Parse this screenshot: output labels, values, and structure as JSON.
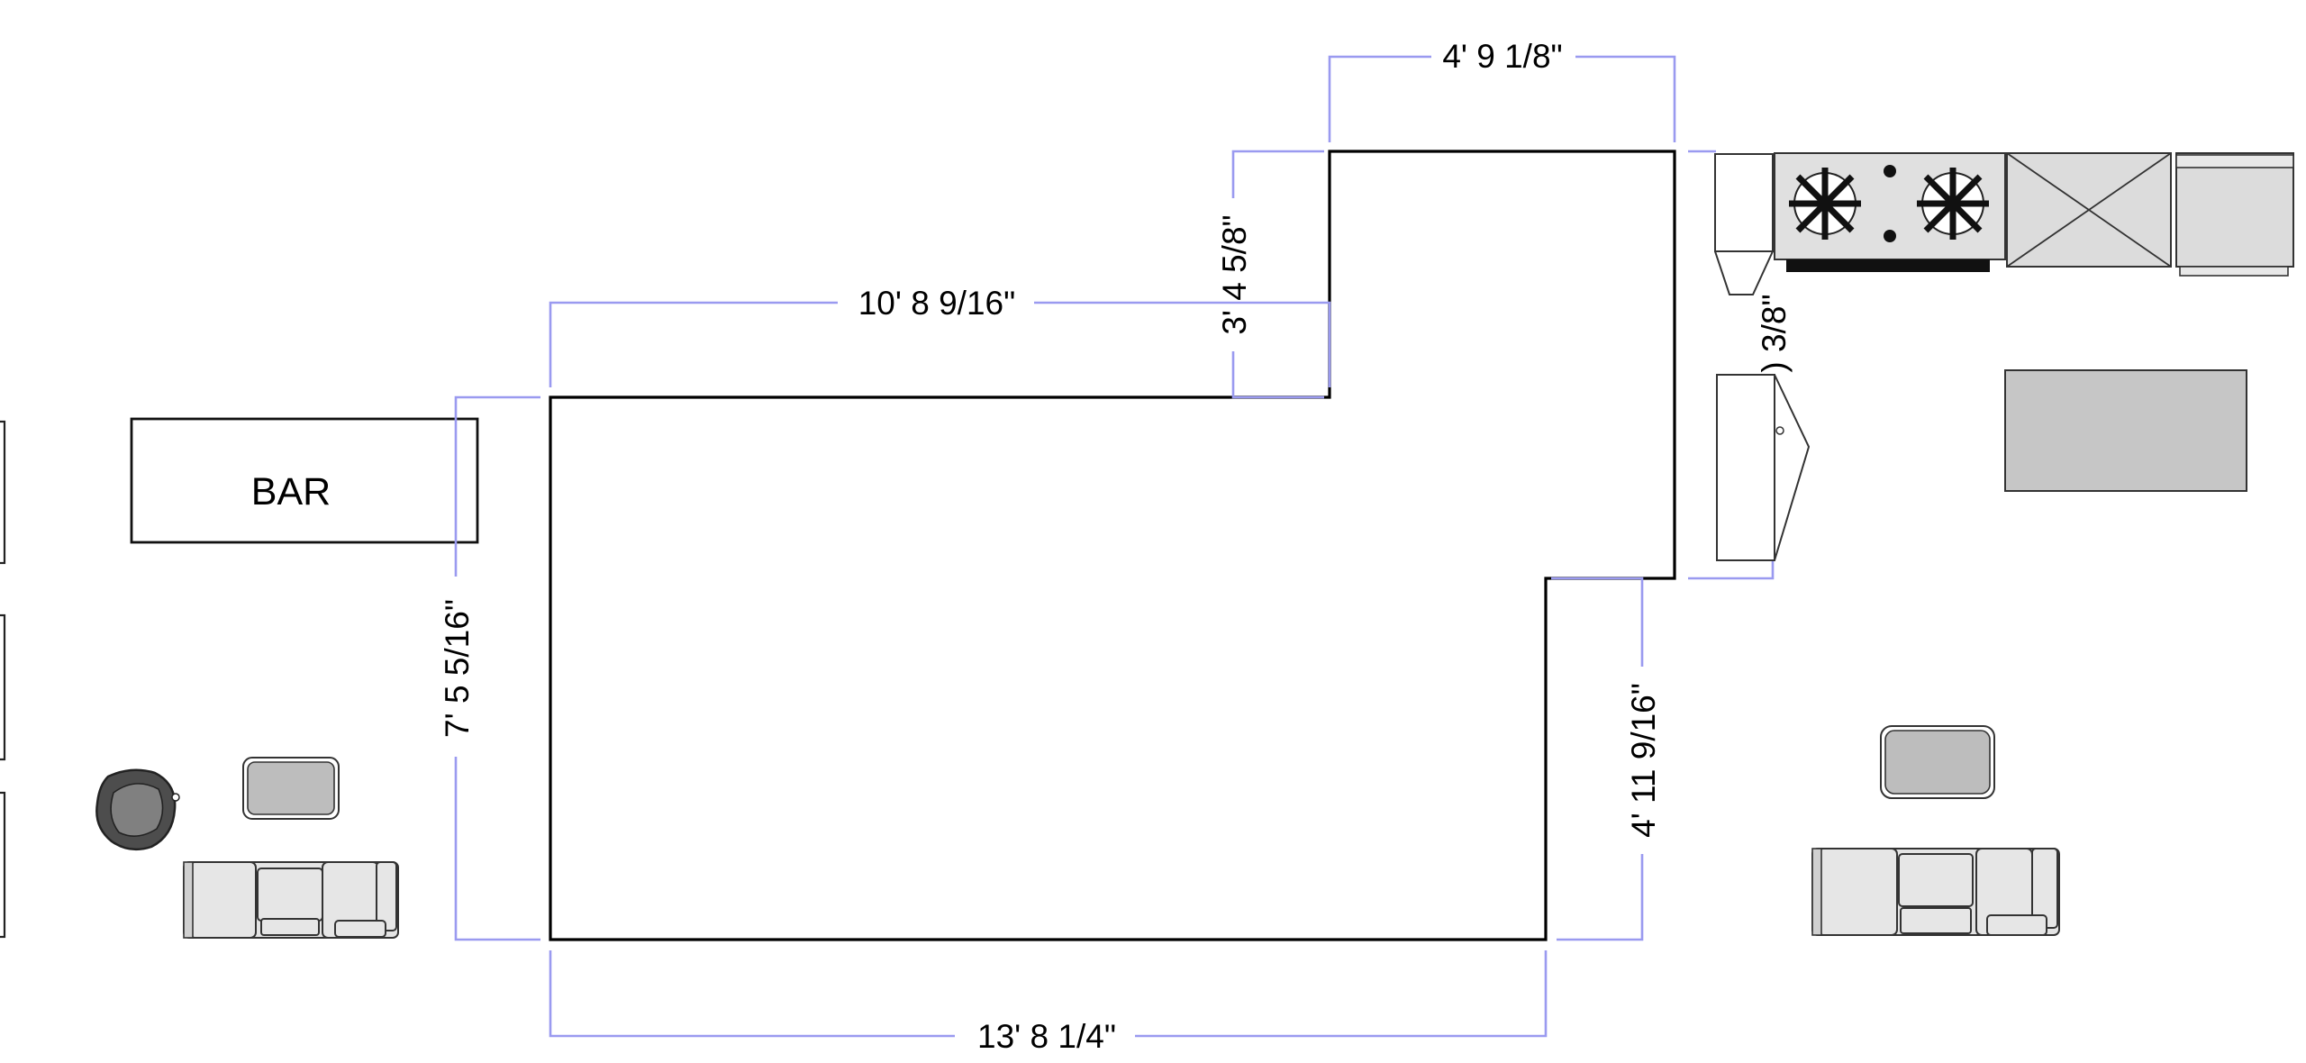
{
  "bar": {
    "label": "BAR"
  },
  "dimensions": {
    "top_right_width": "4' 9 1/8\"",
    "top_left_width": "10' 8 9/16\"",
    "step_height": "3' 4 5/8\"",
    "left_height": "7' 5 5/16\"",
    "right_lower_height": "4' 11 9/16\"",
    "bottom_width": "13' 8 1/4\"",
    "partial_kitchen_dim": ") 3/8\""
  }
}
